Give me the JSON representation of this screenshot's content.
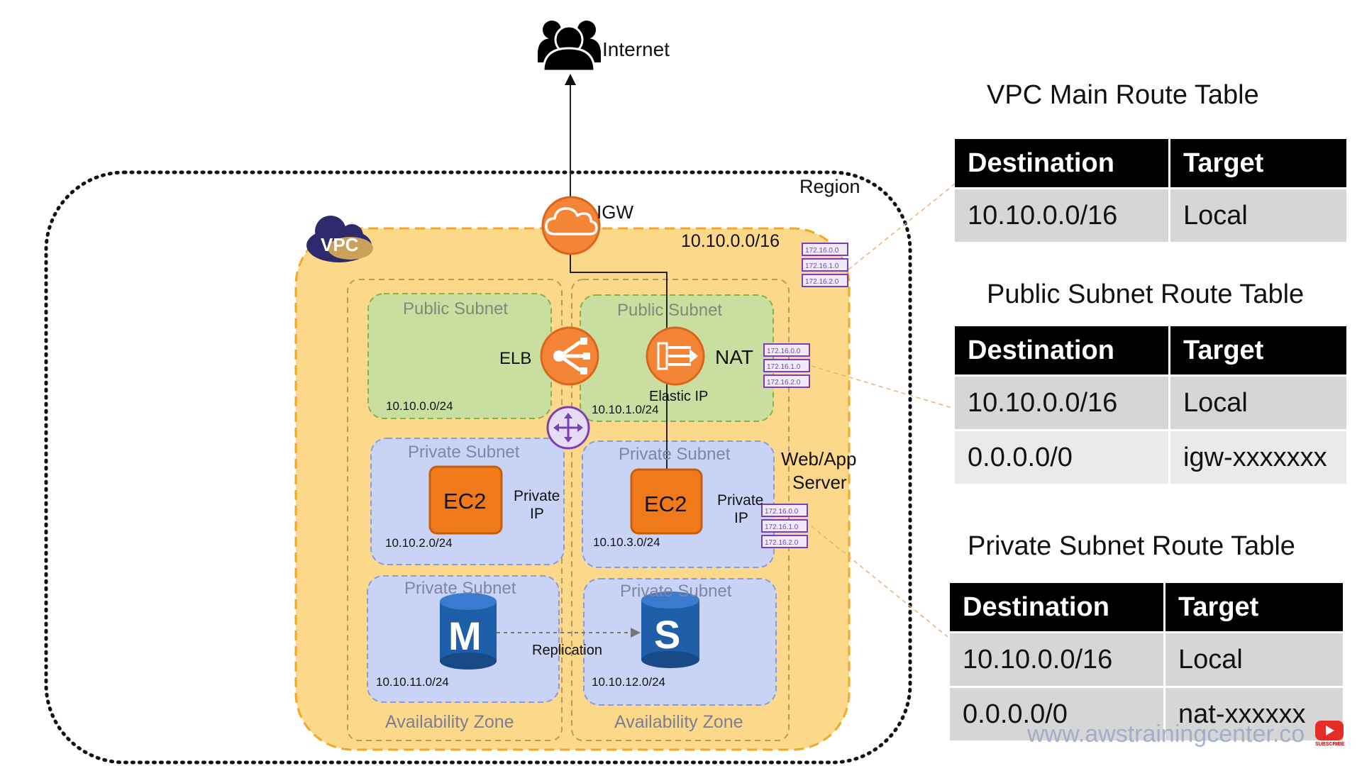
{
  "diagram": {
    "internet_label": "Internet",
    "region_label": "Region",
    "igw_label": "IGW",
    "vpc_badge": "VPC",
    "vpc_cidr": "10.10.0.0/16",
    "elb_label": "ELB",
    "nat_label": "NAT",
    "elastic_ip_label": "Elastic IP",
    "web_app_label_line1": "Web/App",
    "web_app_label_line2": "Server",
    "replication_label": "Replication",
    "eni_labels": [
      "172.16.0.0",
      "172.16.1.0",
      "172.16.2.0"
    ],
    "az_left": {
      "label": "Availability Zone",
      "public_subnet": {
        "title": "Public Subnet",
        "cidr": "10.10.0.0/24"
      },
      "private_subnet_app": {
        "title": "Private Subnet",
        "cidr": "10.10.2.0/24",
        "instance": "EC2",
        "ip_line1": "Private",
        "ip_line2": "IP"
      },
      "private_subnet_db": {
        "title": "Private Subnet",
        "cidr": "10.10.11.0/24",
        "db_letter": "M"
      }
    },
    "az_right": {
      "label": "Availability Zone",
      "public_subnet": {
        "title": "Public Subnet",
        "cidr": "10.10.1.0/24"
      },
      "private_subnet_app": {
        "title": "Private Subnet",
        "cidr": "10.10.3.0/24",
        "instance": "EC2",
        "ip_line1": "Private",
        "ip_line2": "IP"
      },
      "private_subnet_db": {
        "title": "Private Subnet",
        "cidr": "10.10.12.0/24",
        "db_letter": "S"
      }
    }
  },
  "route_tables": [
    {
      "title": "VPC Main Route Table",
      "headers": [
        "Destination",
        "Target"
      ],
      "rows": [
        [
          "10.10.0.0/16",
          "Local"
        ]
      ]
    },
    {
      "title": "Public Subnet Route Table",
      "headers": [
        "Destination",
        "Target"
      ],
      "rows": [
        [
          "10.10.0.0/16",
          "Local"
        ],
        [
          "0.0.0.0/0",
          "igw-xxxxxxx"
        ]
      ]
    },
    {
      "title": "Private Subnet Route Table",
      "headers": [
        "Destination",
        "Target"
      ],
      "rows": [
        [
          "10.10.0.0/16",
          "Local"
        ],
        [
          "0.0.0.0/0",
          "nat-xxxxxx"
        ]
      ]
    }
  ],
  "watermark": "www.awstrainingcenter.co",
  "youtube_badge_text": "SUBSCRIBE",
  "colors": {
    "vpc_fill": "#fcd88a",
    "vpc_border": "#f5a623",
    "public_subnet_fill": "#c9dfa0",
    "public_subnet_border": "#8ab04a",
    "private_subnet_fill": "#c9d3f5",
    "private_subnet_border": "#8a9be0",
    "aws_orange": "#f58536",
    "ec2_orange": "#f07a1a",
    "db_blue": "#1f5ea8",
    "eni_purple": "#7b3fb5",
    "header_black": "#000000"
  },
  "icons": {
    "internet": "users-group-icon",
    "igw": "cloud-gateway-icon",
    "elb": "load-balancer-icon",
    "nat": "nat-gateway-icon",
    "router": "router-icon",
    "db_master": "database-icon",
    "db_slave": "database-icon",
    "youtube": "youtube-play-icon"
  }
}
